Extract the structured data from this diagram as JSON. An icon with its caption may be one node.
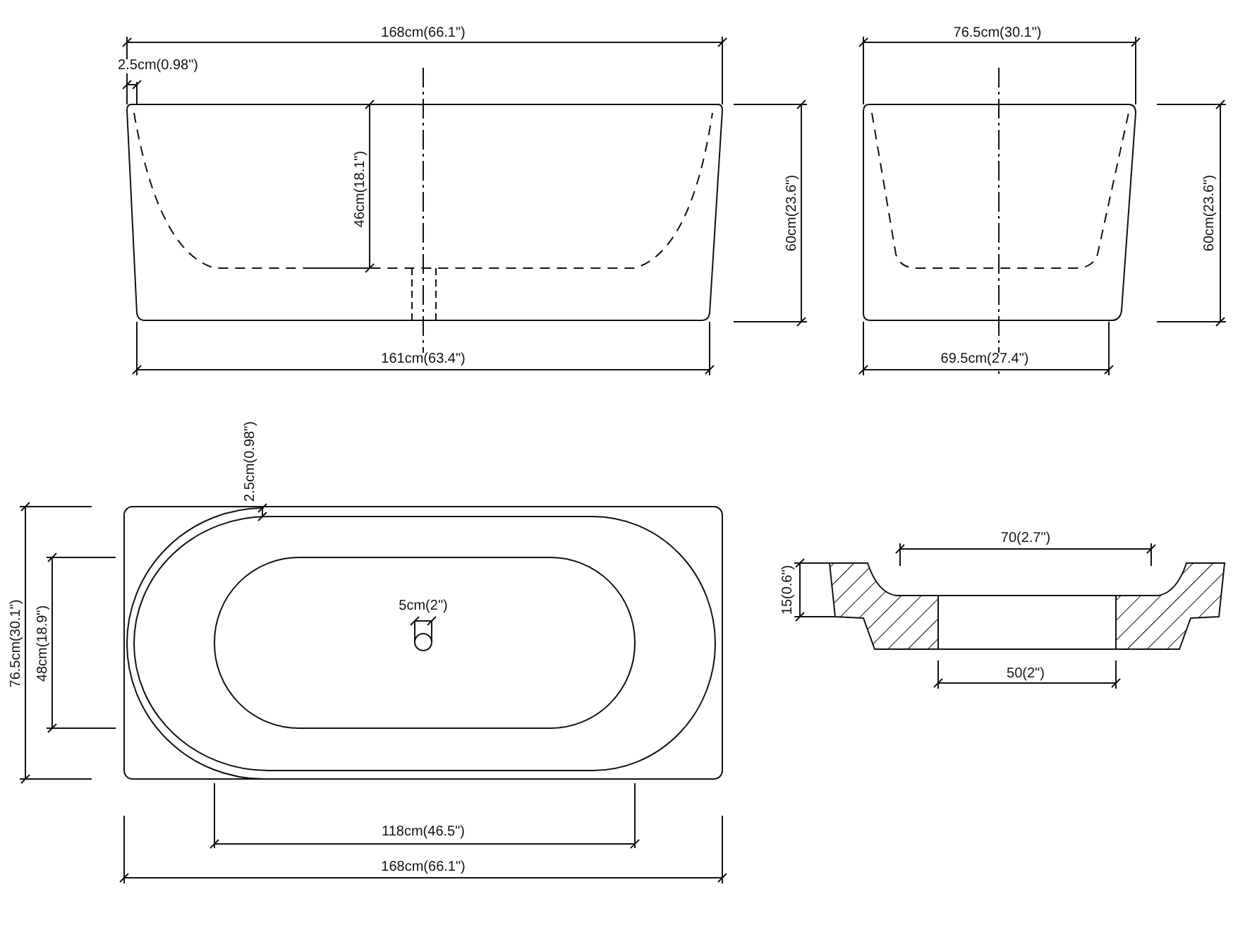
{
  "diagram": {
    "labels": [
      "168cm(66.1\")",
      "2.5cm(0.98\")",
      "76.5cm(30.1\")",
      "46cm(18.1\")",
      "60cm(23.6\")",
      "60cm(23.6\")",
      "161cm(63.4\")",
      "69.5cm(27.4\")",
      "2.5cm(0.98\")",
      "5cm(2\")",
      "76.5cm(30.1\")",
      "48cm(18.9\")",
      "70(2.7\")",
      "15(0.6\")",
      "50(2\")",
      "118cm(46.5\")",
      "168cm(66.1\")"
    ]
  }
}
